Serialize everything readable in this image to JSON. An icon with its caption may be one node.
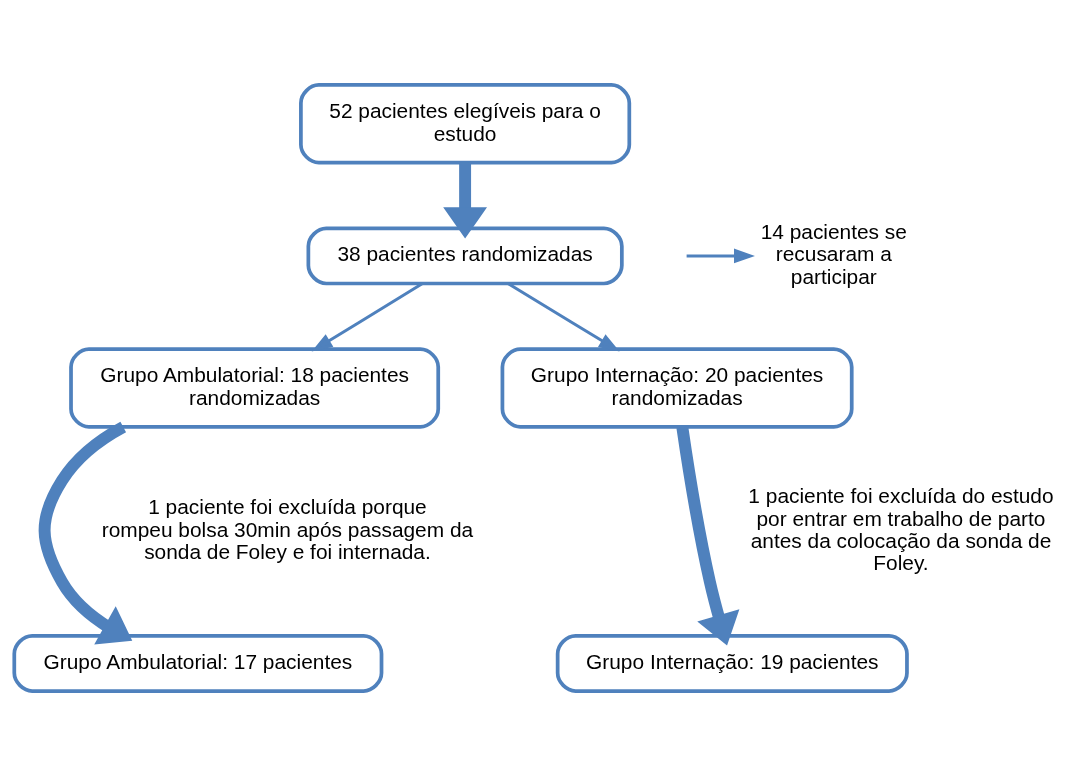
{
  "diagram": {
    "nodes": [
      {
        "text": [
          "52 pacientes elegíveis para o estudo"
        ]
      },
      {
        "text": [
          "38 pacientes randomizadas"
        ]
      },
      {
        "text": [
          "14 pacientes se recusaram a participar"
        ]
      },
      {
        "text": [
          "Grupo Ambulatorial: 18 pacientes randomizadas"
        ]
      },
      {
        "text": [
          "Grupo Internação: 20 pacientes randomizadas"
        ]
      },
      {
        "text": [
          "Grupo Ambulatorial: 17 pacientes"
        ]
      },
      {
        "text": [
          "Grupo Internação: 19 pacientes"
        ]
      }
    ],
    "edges": [
      {
        "from": 0,
        "to": 1,
        "arrow": "to",
        "style": "thick"
      },
      {
        "from": null,
        "to": 2,
        "arrow": "to"
      },
      {
        "from": 1,
        "to": 3,
        "arrow": "to"
      },
      {
        "from": 1,
        "to": 4,
        "arrow": "to"
      },
      {
        "from": 3,
        "to": 5,
        "arrow": "to",
        "style": "thick"
      },
      {
        "from": 4,
        "to": 6,
        "arrow": "to",
        "style": "thick"
      }
    ],
    "labels": [
      "1 paciente foi excluída porque rompeu bolsa 30min após passagem da sonda de Foley e foi internada.",
      "1 paciente foi excluída do estudo por entrar em trabalho de parto antes da colocação da sonda de Foley."
    ]
  }
}
